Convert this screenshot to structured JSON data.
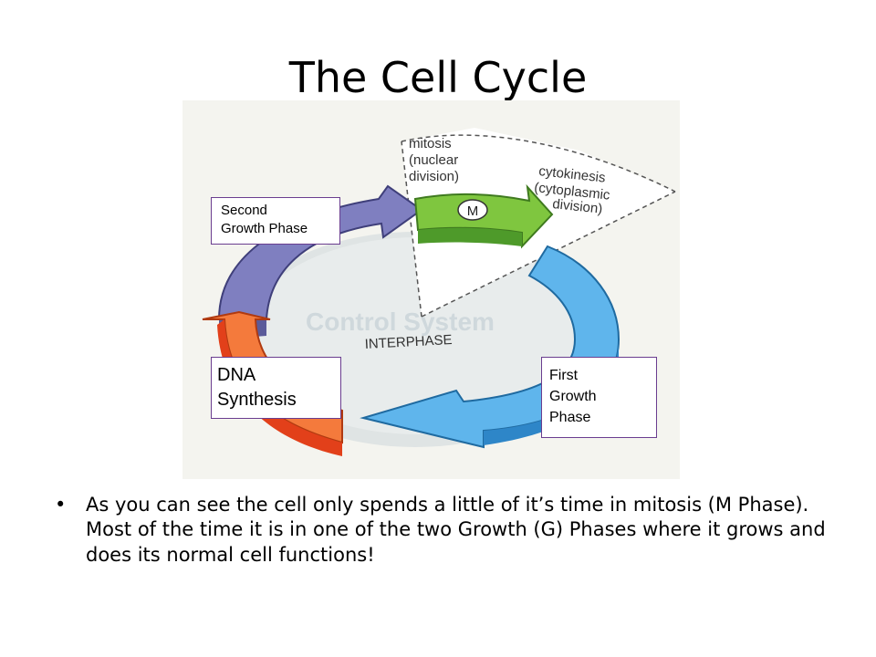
{
  "slide": {
    "title": "The Cell Cycle",
    "bullet": "As you can see the cell only spends a little of it’s time in mitosis (M Phase). Most of the time it is in one of the two Growth (G) Phases where it grows and does its normal cell functions!"
  },
  "diagram": {
    "mitosis_lines": [
      "mitosis",
      "(nuclear",
      "division)"
    ],
    "cytokinesis_lines": [
      "cytokinesis",
      "(cytoplasmic",
      "division)"
    ],
    "m_label": "M",
    "interphase_label": "INTERPHASE",
    "watermark": "Control System",
    "colors": {
      "mitosis": "#7fc63f",
      "g1": "#5fb5ec",
      "synthesis": "#f47a3c",
      "g2": "#7f7fc0",
      "disk": "#e4e8e8",
      "box_border": "#6a3d8f"
    }
  },
  "labels": {
    "second": [
      "Second",
      "Growth Phase"
    ],
    "dna": [
      "DNA",
      "Synthesis"
    ],
    "first": [
      "First",
      "Growth",
      "Phase"
    ]
  }
}
